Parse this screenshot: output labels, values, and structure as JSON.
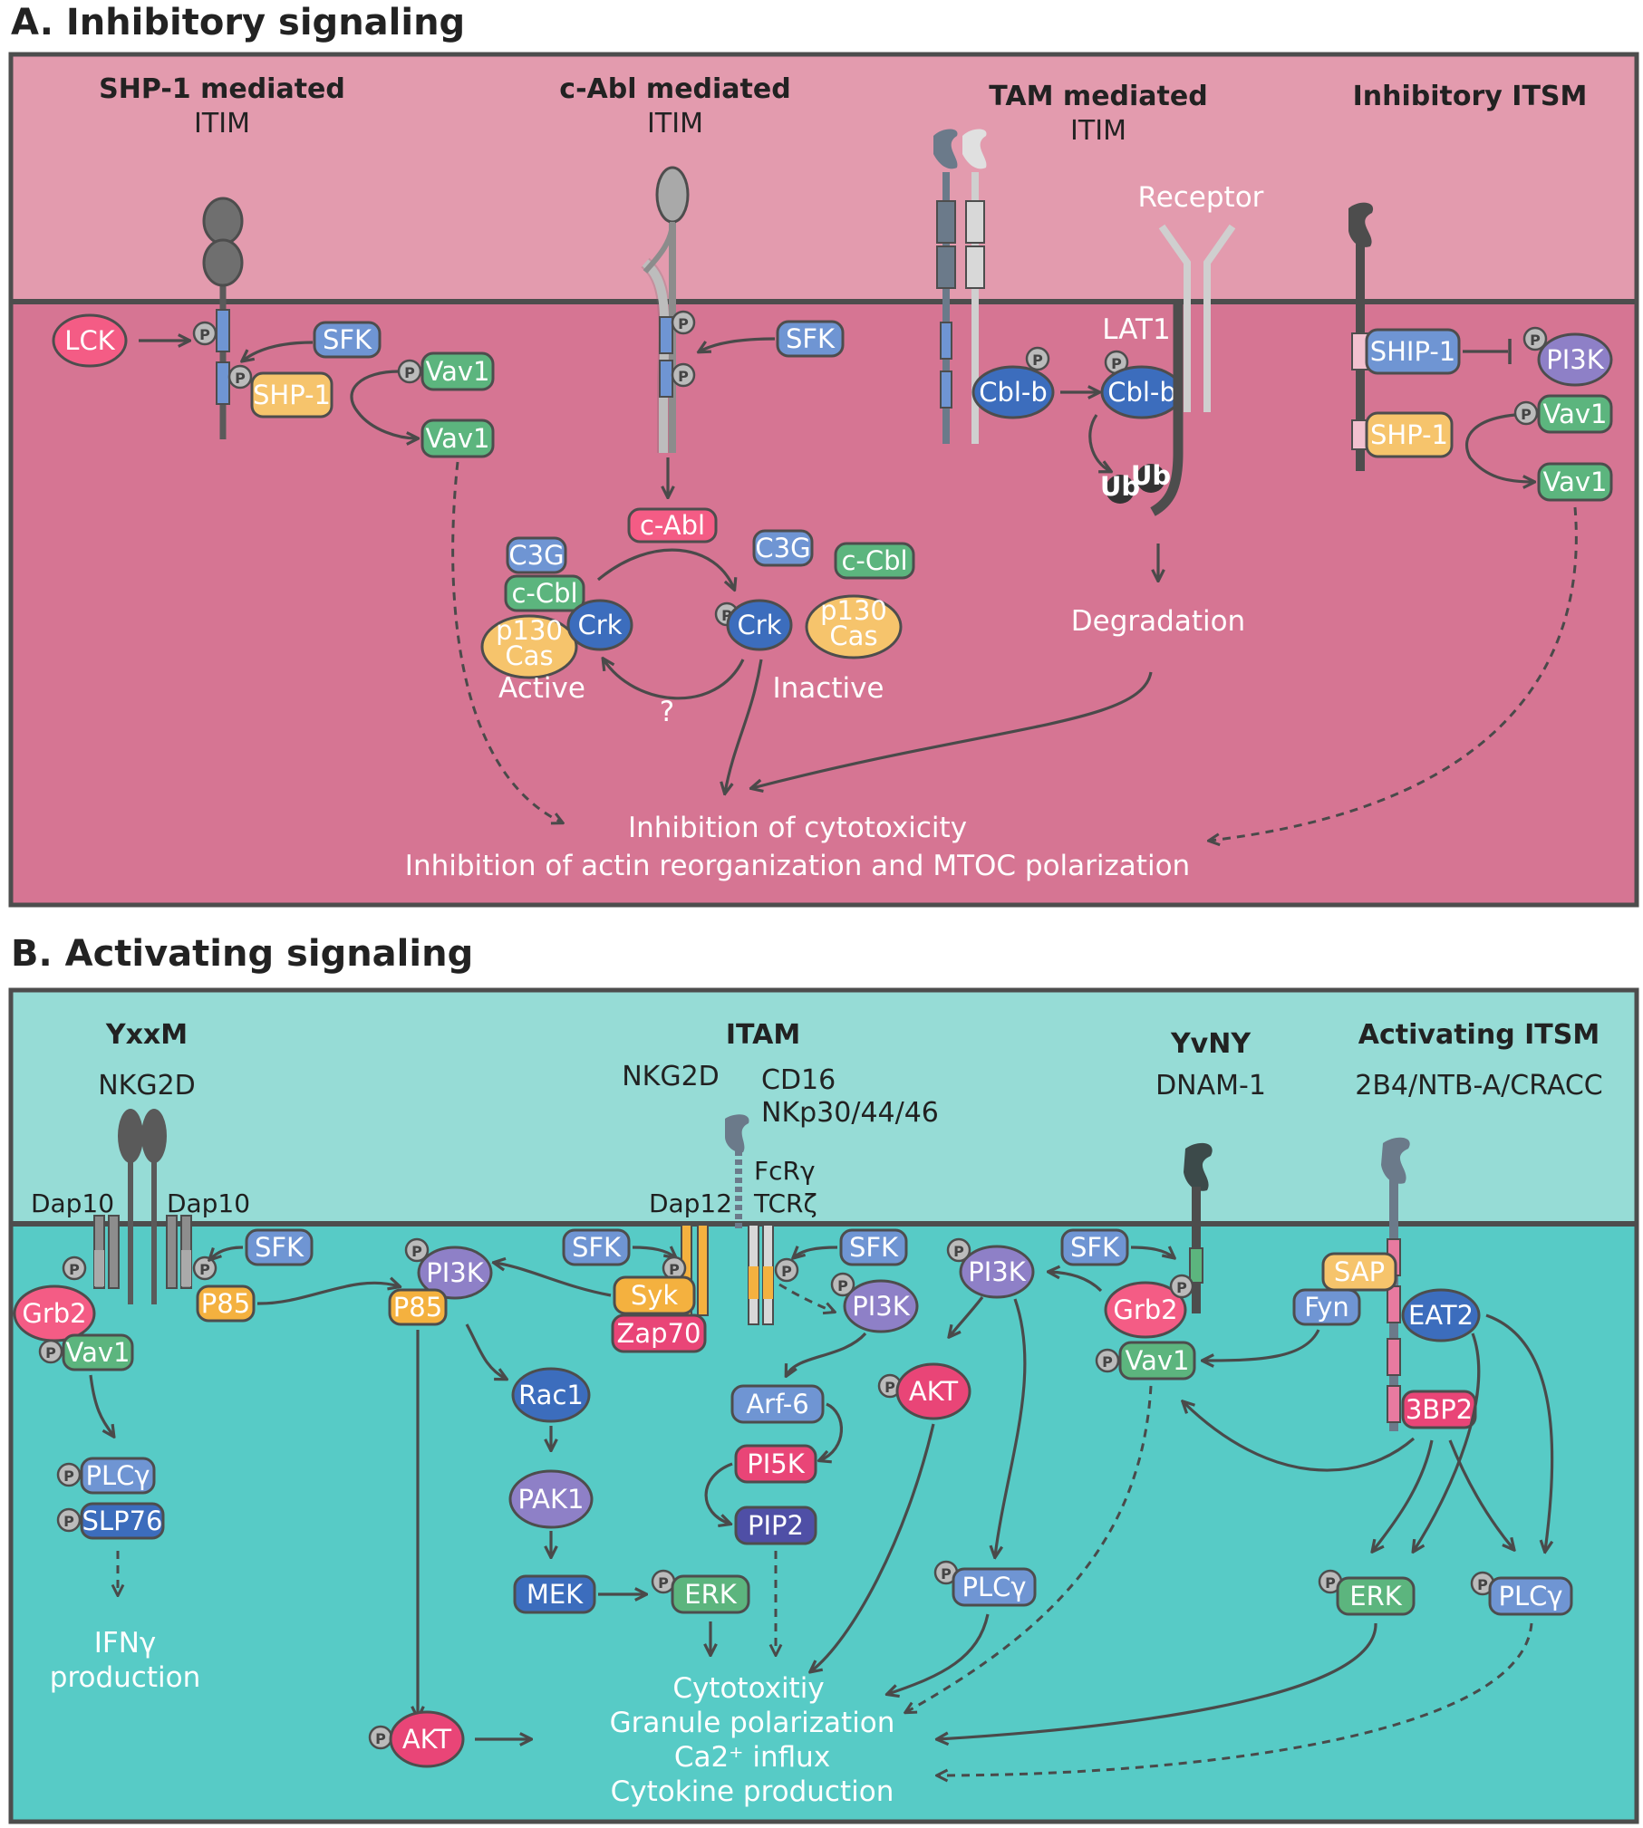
{
  "colors": {
    "inhibit_outside": "#e39bae",
    "inhibit_inside": "#d67593",
    "activate_outside": "#96dcd6",
    "activate_inside": "#57cbc6",
    "border": "#4d4d4d",
    "blue": "#6f95d3",
    "green": "#5cb57e",
    "yellow": "#f6c46c",
    "orange": "#f4b13f",
    "pink": "#f45c85",
    "magenta": "#e94577",
    "purple": "#8e80c7",
    "darkblue": "#3c6dbd",
    "indigo": "#4f4fa6"
  },
  "panelA": {
    "heading": "A. Inhibitory signaling",
    "sections": [
      {
        "title": "SHP-1 mediated",
        "sub": "ITIM"
      },
      {
        "title": "c-Abl mediated",
        "sub": "ITIM"
      },
      {
        "title": "TAM mediated",
        "sub": "ITIM"
      },
      {
        "title": "Inhibitory ITSM",
        "sub": ""
      }
    ],
    "labels": {
      "receptor": "Receptor",
      "lat1": "LAT1",
      "active": "Active",
      "inactive": "Inactive",
      "question": "?",
      "degradation": "Degradation",
      "outcome1": "Inhibition of cytotoxicity",
      "outcome2": "Inhibition of actin reorganization and MTOC polarization"
    },
    "molecules": {
      "lck": "LCK",
      "sfk": "SFK",
      "shp1": "SHP-1",
      "vav1": "Vav1",
      "cabl": "c-Abl",
      "c3g": "C3G",
      "ccbl": "c-Cbl",
      "crk": "Crk",
      "p130_1": "p130",
      "p130_2": "Cas",
      "cblb": "Cbl-b",
      "ub": "Ub",
      "ship1": "SHIP-1",
      "pi3k": "PI3K"
    }
  },
  "panelB": {
    "heading": "B. Activating signaling",
    "sections": [
      {
        "title": "YxxM",
        "sub": "NKG2D"
      },
      {
        "title": "ITAM",
        "sub": ""
      },
      {
        "title": "YvNY",
        "sub": "DNAM-1"
      },
      {
        "title": "Activating ITSM",
        "sub": "2B4/NTB-A/CRACC"
      }
    ],
    "labels": {
      "dap10": "Dap10",
      "nkg2d": "NKG2D",
      "cd16": "CD16",
      "nkp": "NKp30/44/46",
      "fcr": "FcRγ",
      "tcr": "TCRζ",
      "dap12": "Dap12",
      "ifn1": "IFNγ",
      "ifn2": "production",
      "outcome1": "Cytotoxitiy",
      "outcome2": "Granule polarization",
      "outcome3": "Ca2⁺ influx",
      "outcome4": "Cytokine production"
    },
    "molecules": {
      "grb2": "Grb2",
      "vav1": "Vav1",
      "plcg": "PLCγ",
      "slp76": "SLP76",
      "sfk": "SFK",
      "p85": "P85",
      "pi3k": "PI3K",
      "akt": "AKT",
      "rac1": "Rac1",
      "pak1": "PAK1",
      "mek": "MEK",
      "erk": "ERK",
      "syk": "Syk",
      "zap70": "Zap70",
      "arf6": "Arf-6",
      "pi5k": "PI5K",
      "pip2": "PIP2",
      "sap": "SAP",
      "fyn": "Fyn",
      "eat2": "EAT2",
      "bp2": "3BP2"
    }
  }
}
